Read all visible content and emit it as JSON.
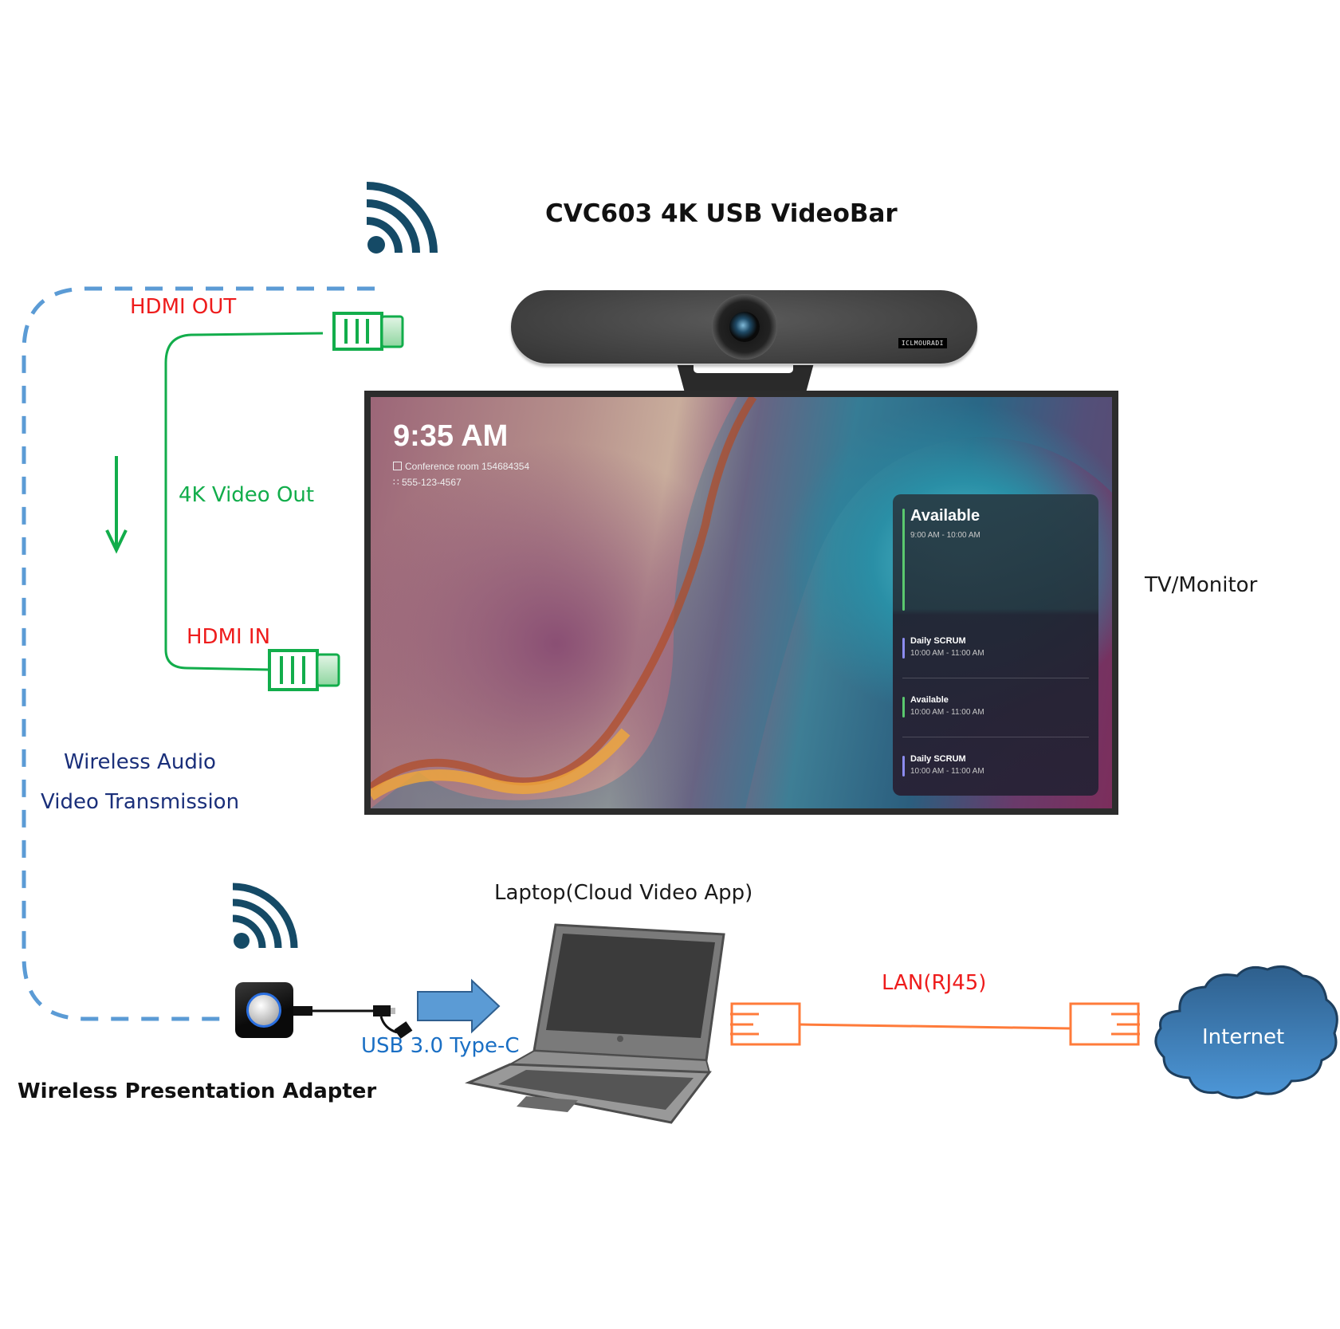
{
  "title": "CVC603 4K USB VideoBar",
  "labels": {
    "hdmi_out": "HDMI OUT",
    "hdmi_in": "HDMI IN",
    "video_out": "4K Video Out",
    "wireless_line1": "Wireless Audio",
    "wireless_line2": "Video Transmission",
    "tv_monitor": "TV/Monitor",
    "laptop": "Laptop(Cloud Video App)",
    "usb": "USB 3.0 Type-C",
    "lan": "LAN(RJ45)",
    "internet": "Internet",
    "adapter": "Wireless Presentation Adapter"
  },
  "videobar": {
    "brand": "ICLMOURADI"
  },
  "screen": {
    "time": "9:35 AM",
    "room": "Conference room 154684354",
    "phone": "555-123-4567",
    "panel": {
      "current": {
        "status": "Available",
        "time": "9:00 AM - 10:00 AM",
        "color": "#5ac86e"
      },
      "items": [
        {
          "title": "Daily SCRUM",
          "time": "10:00 AM - 11:00 AM",
          "color": "#8c8cf0"
        },
        {
          "title": "Available",
          "time": "10:00 AM - 11:00 AM",
          "color": "#5ac86e"
        },
        {
          "title": "Daily SCRUM",
          "time": "10:00 AM - 11:00 AM",
          "color": "#8c8cf0"
        }
      ]
    }
  },
  "colors": {
    "wireless_link": "#5b9bd5",
    "hdmi": "#12ad4b",
    "lan": "#ff7b3a",
    "wifi_icon": "#154a66",
    "usb_arrow": "#5b9bd5",
    "cloud": "#3f7fc0"
  }
}
